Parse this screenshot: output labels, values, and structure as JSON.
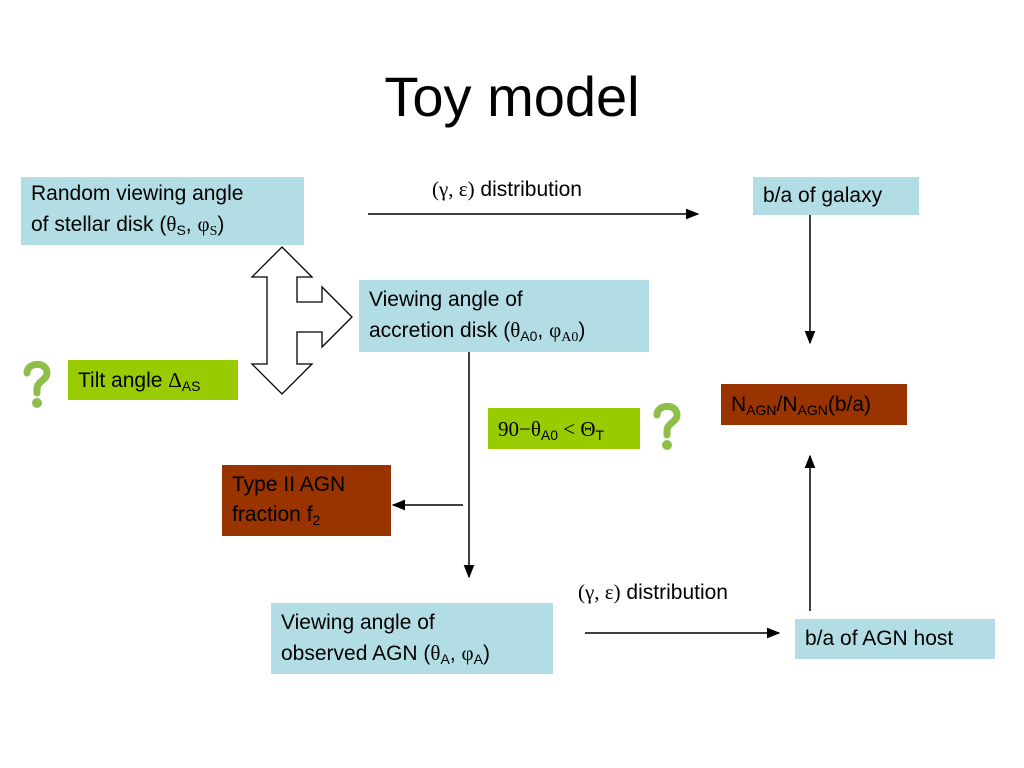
{
  "title": "Toy model",
  "boxes": {
    "stellar": {
      "line1": "Random viewing angle",
      "line2_pre": "of stellar disk  (",
      "theta": "θ",
      "sub_s": "S",
      "comma": ", ",
      "phi": "φ",
      "sub_s2": "S",
      "close": ")"
    },
    "galaxy": {
      "text": "b/a of galaxy"
    },
    "accretion": {
      "line1": "Viewing angle of",
      "line2_pre": "accretion disk (",
      "theta": "θ",
      "sub_a0": "A0",
      "comma": ", ",
      "phi": "φ",
      "sub_a0b": "A0",
      "close": ")"
    },
    "tilt": {
      "pre": "Tilt angle ",
      "delta": "Δ",
      "sub": "AS"
    },
    "nagn": {
      "n1": "N",
      "sub1": "AGN",
      "slash": "/N",
      "sub2": "AGN",
      "post": "(b/a)"
    },
    "condition": {
      "pre": "90−θ",
      "sub1": "A0",
      "mid": " < Θ",
      "sub2": "T"
    },
    "type2": {
      "line1": "Type II AGN",
      "line2_pre": "fraction f",
      "sub": "2"
    },
    "observed": {
      "line1": "Viewing angle  of",
      "line2_pre": " observed AGN (",
      "theta": "θ",
      "sub_a": "A",
      "comma": ", ",
      "phi": "φ",
      "sub_a2": "A",
      "close": ")"
    },
    "host": {
      "text": "b/a of AGN host"
    }
  },
  "distribution_top": {
    "greek": "(γ,  ε)",
    "text": " distribution"
  },
  "distribution_bottom": {
    "greek": "(γ,  ε)",
    "text": " distribution"
  },
  "icons": [
    "question-mark-icon",
    "question-mark-icon"
  ],
  "colors": {
    "cyan": "#b2dde4",
    "rust": "#993300",
    "green": "#99cc00",
    "question": "#8fbf4a"
  }
}
